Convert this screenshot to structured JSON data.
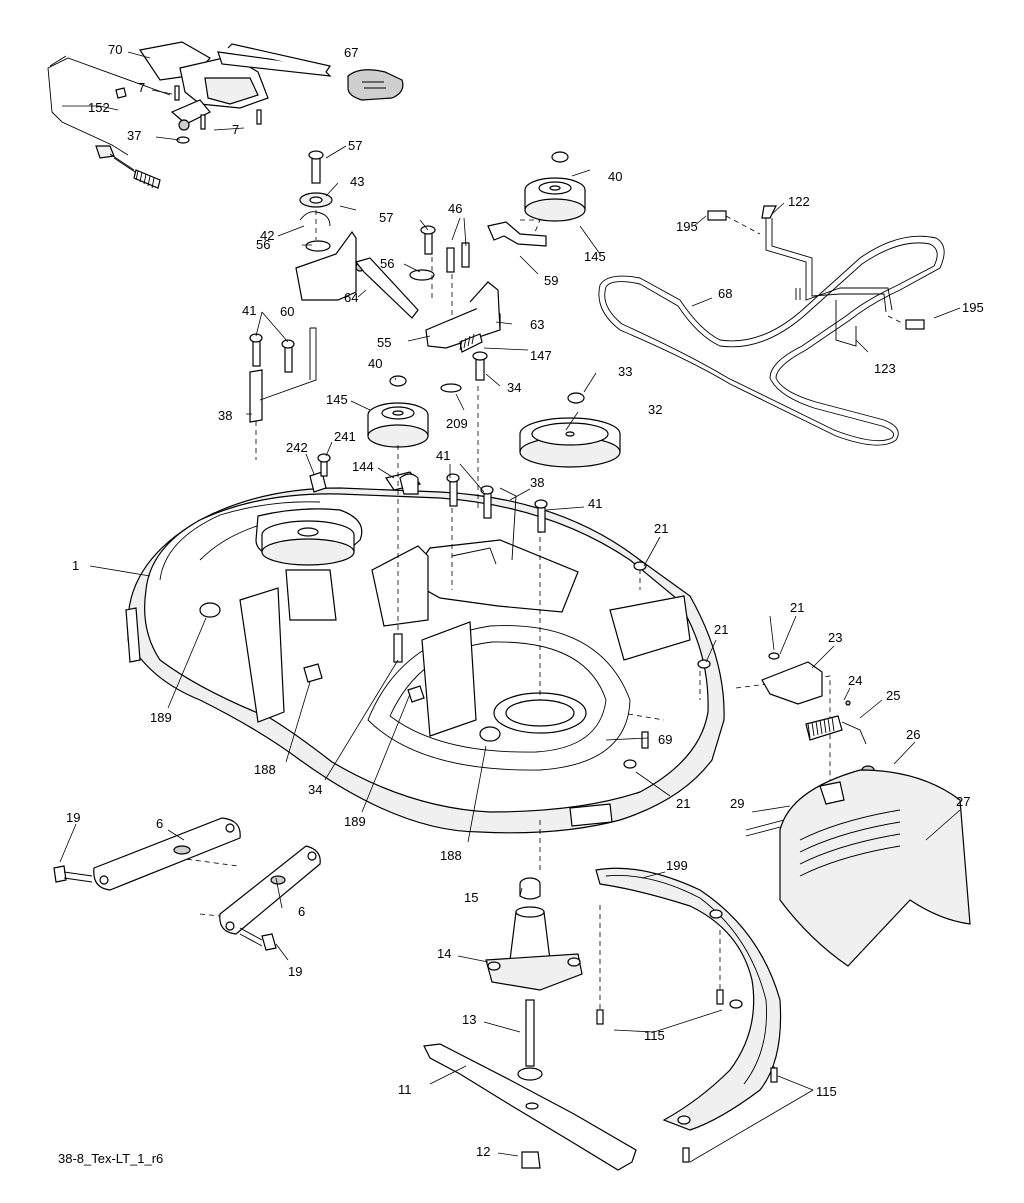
{
  "diagram": {
    "caption": "38-8_Tex-LT_1_r6",
    "labels": [
      "70",
      "67",
      "7",
      "152",
      "37",
      "7",
      "57",
      "40",
      "43",
      "42",
      "57",
      "46",
      "56",
      "60",
      "64",
      "56",
      "59",
      "145",
      "195",
      "122",
      "68",
      "195",
      "63",
      "123",
      "55",
      "147",
      "41",
      "34",
      "40",
      "33",
      "145",
      "209",
      "32",
      "38",
      "241",
      "242",
      "144",
      "41",
      "38",
      "41",
      "21",
      "1",
      "21",
      "23",
      "21",
      "24",
      "25",
      "189",
      "69",
      "26",
      "188",
      "34",
      "21",
      "29",
      "27",
      "189",
      "19",
      "6",
      "188",
      "15",
      "199",
      "6",
      "19",
      "14",
      "115",
      "13",
      "11",
      "115",
      "12"
    ]
  }
}
